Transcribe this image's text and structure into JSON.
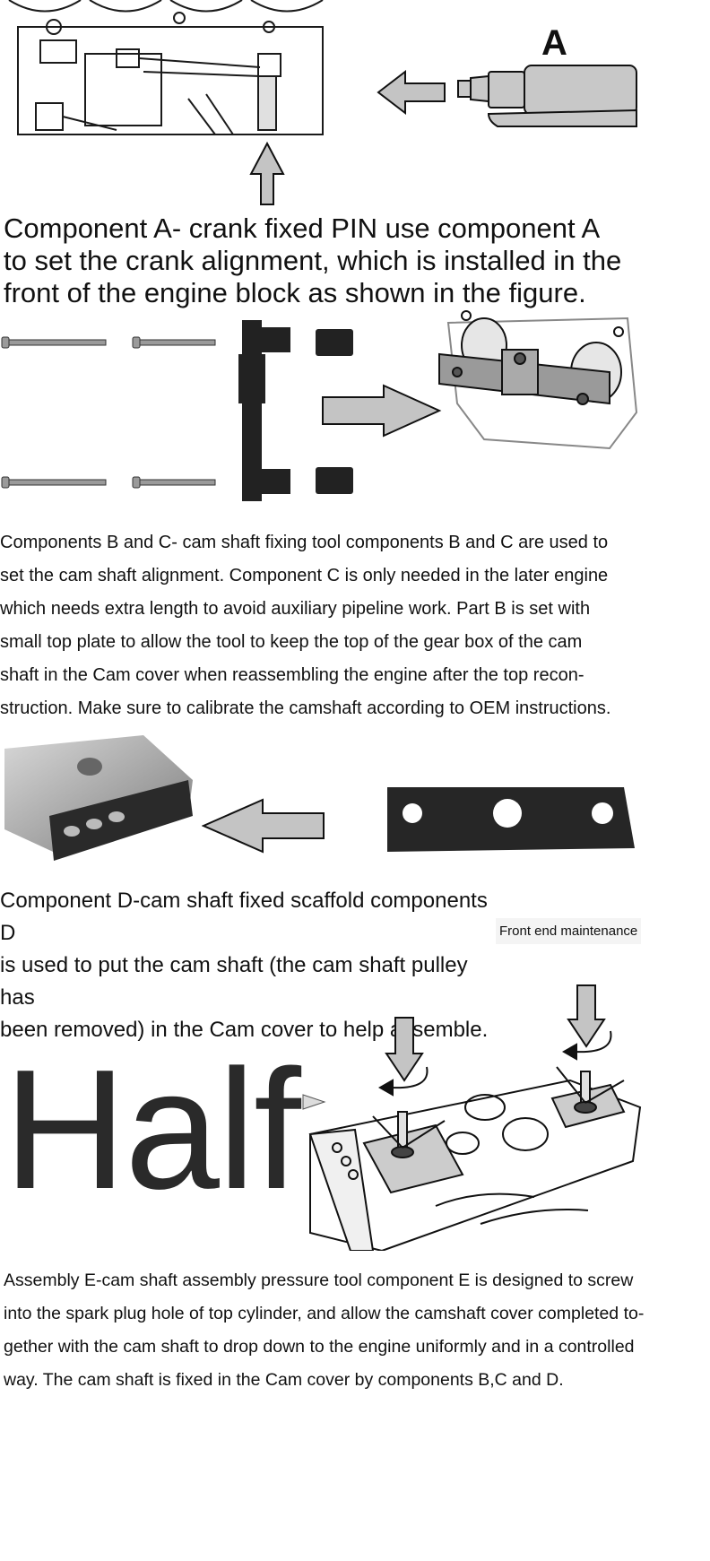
{
  "sections": {
    "a": {
      "label": "A",
      "text_lines": [
        "Component A- crank fixed PIN use component A",
        "to set the crank alignment, which is installed in the",
        "front of the engine block as shown in the figure."
      ]
    },
    "bc": {
      "text_lines": [
        "Components B and C- cam shaft fixing tool components B and C are used to",
        "set the cam shaft alignment. Component C is only needed in the later engine",
        "which needs extra length to avoid auxiliary pipeline work. Part B is set with",
        "small top plate to allow the tool to keep the top of the gear box of the cam",
        "shaft in the Cam cover when reassembling the engine after the top recon-",
        "struction. Make sure to calibrate the camshaft according to OEM instructions."
      ]
    },
    "d": {
      "text_lines": [
        "Component D-cam shaft fixed scaffold components D",
        "is used to put the cam shaft (the cam shaft pulley has",
        "been removed) in the Cam cover to help assemble."
      ],
      "side_note": "Front end maintenance"
    },
    "e": {
      "big_word": "Half",
      "text_lines": [
        "Assembly E-cam shaft assembly pressure tool component E is designed to screw",
        "into the spark plug hole of top cylinder, and allow the camshaft cover completed to-",
        "gether with the cam shaft to drop down to the engine uniformly and in a controlled",
        "way. The cam shaft is fixed in the Cam cover by components B,C and D."
      ]
    }
  },
  "colors": {
    "arrow_fill": "#c4c4c4",
    "part_dark": "#222222",
    "line_art": "#1a1a1a"
  }
}
